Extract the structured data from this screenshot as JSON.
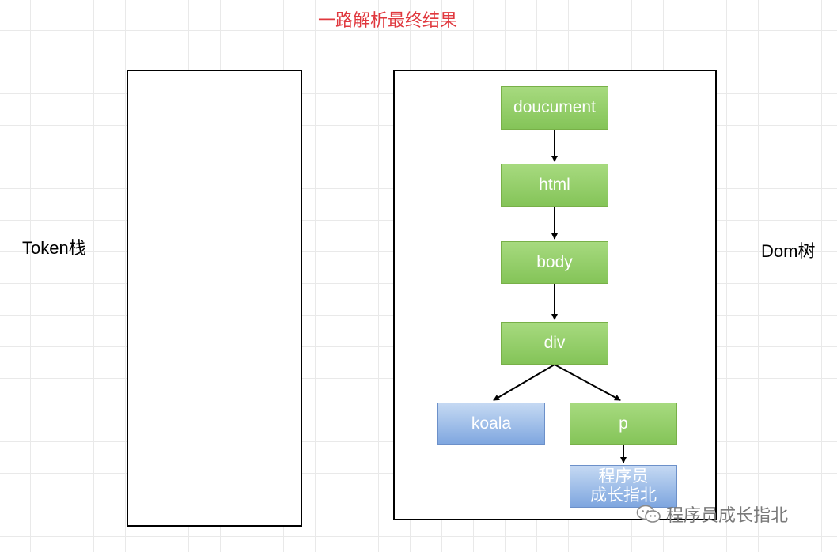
{
  "title": "一路解析最终结果",
  "labels": {
    "token_stack": "Token栈",
    "dom_tree": "Dom树"
  },
  "nodes": {
    "document": "doucument",
    "html": "html",
    "body": "body",
    "div": "div",
    "koala": "koala",
    "p": "p",
    "text_line1": "程序员",
    "text_line2": "成长指北"
  },
  "watermark": {
    "icon": "wechat-icon",
    "text": "程序员成长指北"
  },
  "colors": {
    "title": "#e0383e",
    "element_node": "#84c458",
    "text_node": "#7ea6df"
  }
}
